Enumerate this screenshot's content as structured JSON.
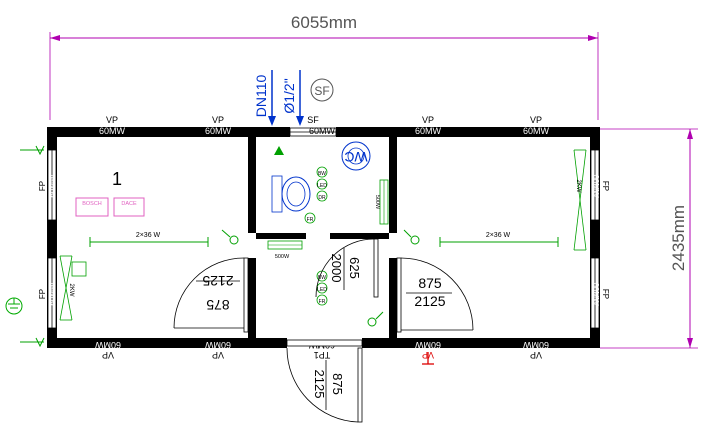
{
  "dimensions": {
    "width_label": "6055mm",
    "height_label": "2435mm"
  },
  "services": {
    "pipe_dn": "DN110",
    "pipe_size": "Ø1/2\"",
    "sf_symbol": "SF"
  },
  "room": {
    "number": "1"
  },
  "labels": {
    "vp": "VP",
    "fp": "FP",
    "sf": "SF",
    "tp": "TP1",
    "watt60": "60MW",
    "watt500": "500W",
    "lamp": "2×36 W",
    "bw": "BW",
    "fr": "FR",
    "dr": "DR",
    "led": "LED",
    "wc": "WC",
    "panel_left": "2KW",
    "panel_right": "2KW",
    "board_a": "BOSCH",
    "board_b": "DACE"
  },
  "doors": {
    "left": {
      "top": "2125",
      "bottom": "875"
    },
    "center": {
      "top": "625",
      "bottom": "2000"
    },
    "right": {
      "top": "875",
      "bottom": "2125"
    },
    "entry": {
      "top": "875",
      "bottom": "2125"
    }
  },
  "colors": {
    "wall": "#000000",
    "dimension": "#b000b0",
    "electric": "#00a000",
    "plumbing": "#0033cc",
    "annotation": "#000000",
    "socket_pink": "#e060c0",
    "ground": "#00aa00",
    "outlet_red": "#dd0000"
  }
}
